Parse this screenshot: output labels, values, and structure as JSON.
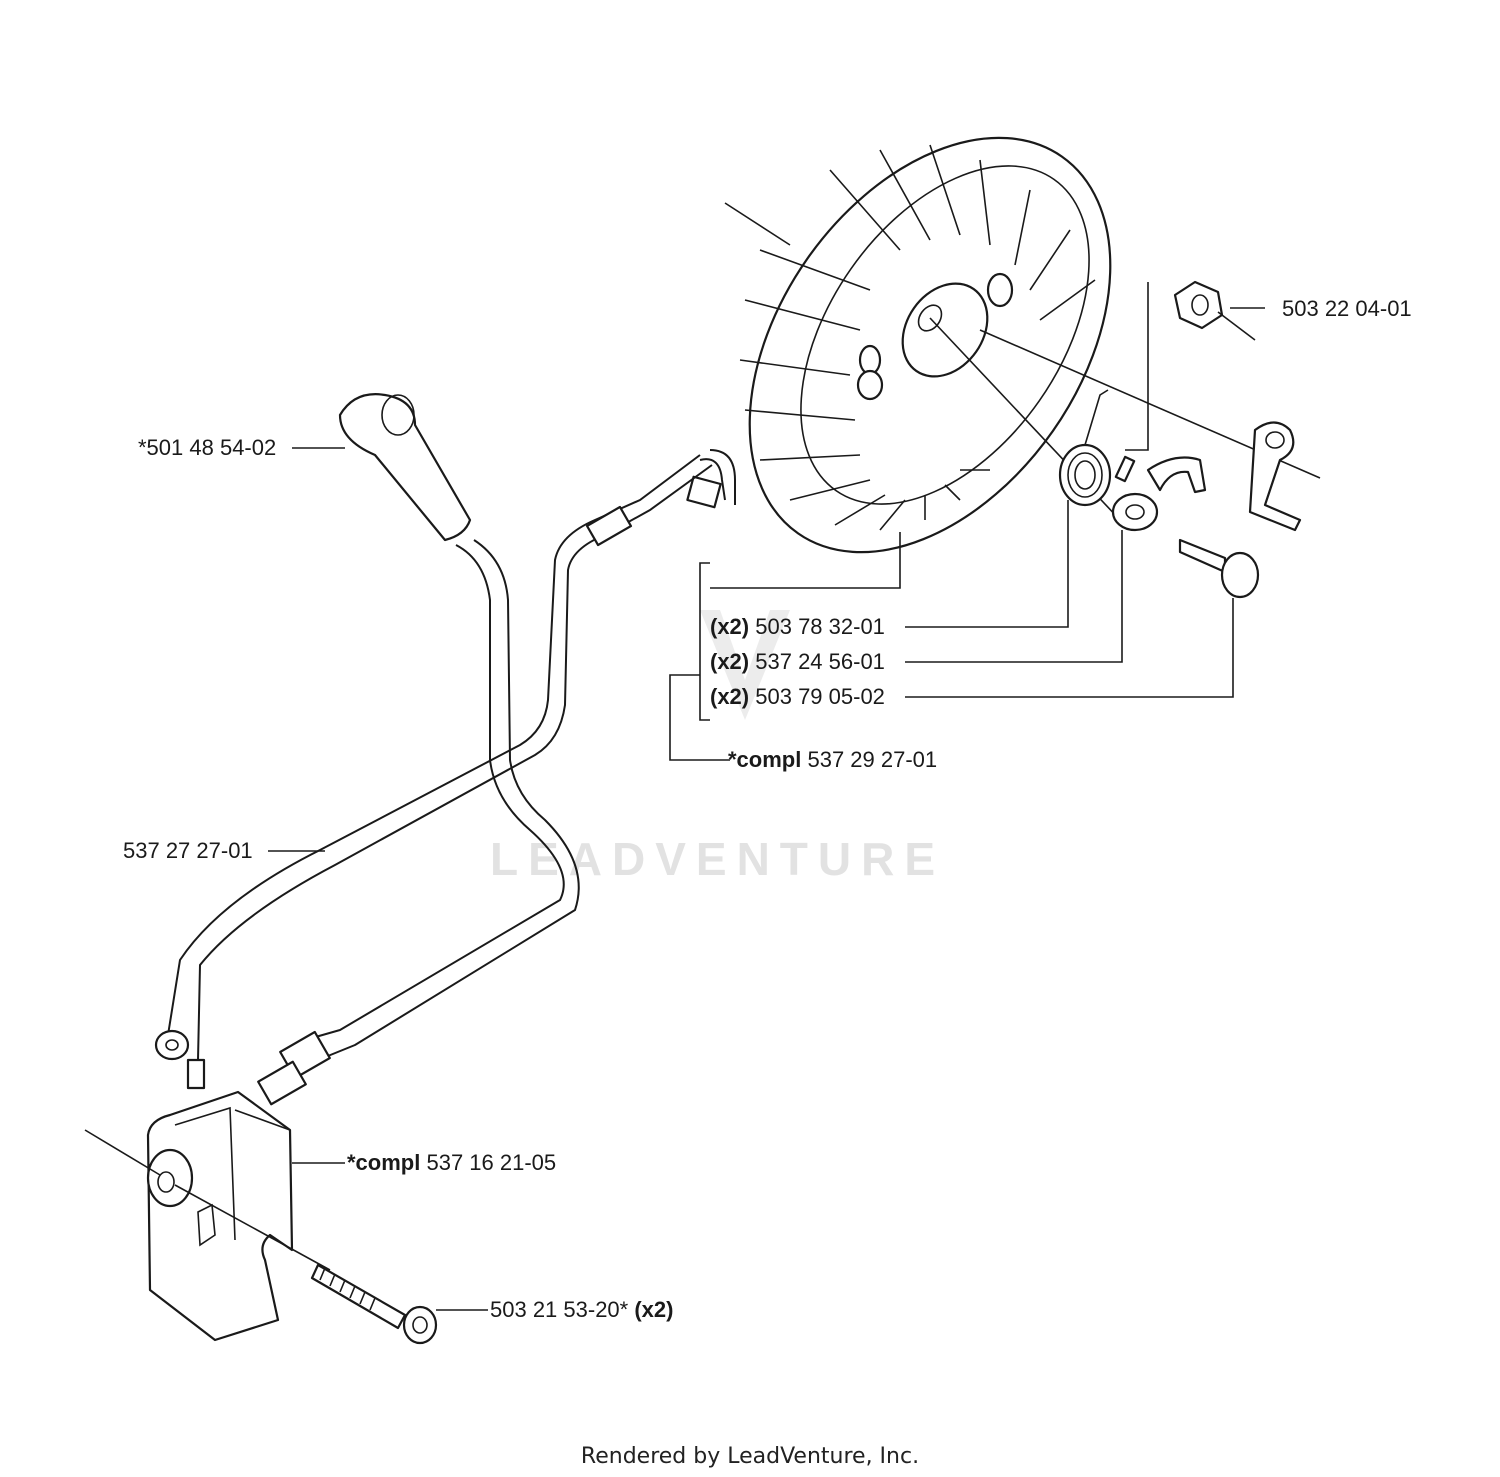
{
  "labels": {
    "spark_plug_cap": "*501 48 54-02",
    "nut": "503 22 04-01",
    "spring": "503 78 32-01",
    "washer": "537 24 56-01",
    "pin": "503 79 05-02",
    "flywheel_compl": "537 29 27-01",
    "cable": "537 27 27-01",
    "ignition_compl": "537 16 21-05",
    "screw": "503 21 53-20*"
  },
  "qty_x2": "(x2)",
  "compl_prefix": "*compl",
  "watermark": "LEADVENTURE",
  "footer": "Rendered by LeadVenture, Inc."
}
